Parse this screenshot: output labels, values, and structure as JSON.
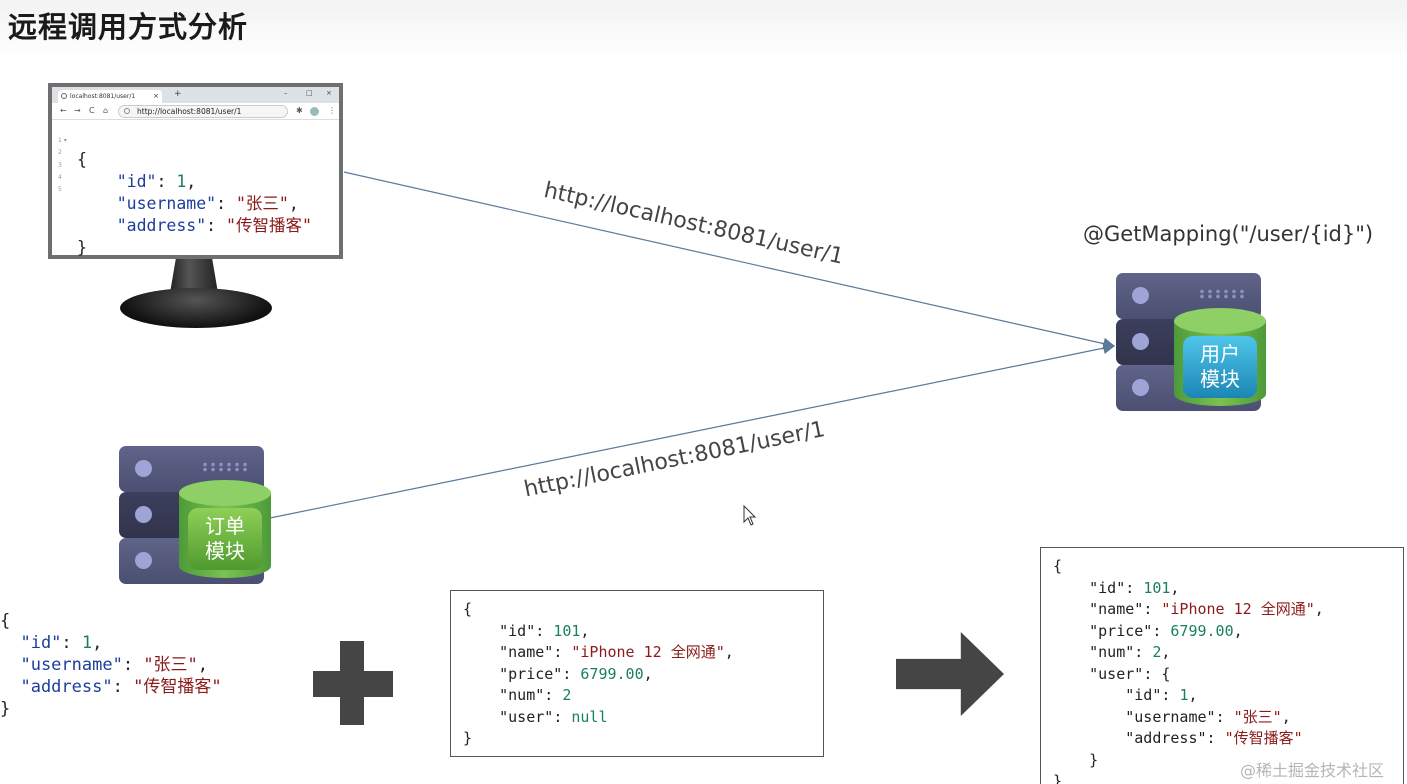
{
  "title": "远程调用方式分析",
  "browser": {
    "tab_title": "localhost:8081/user/1",
    "tab_close": "×",
    "tab_new": "+",
    "window_controls": [
      "–",
      "□",
      "×"
    ],
    "nav_icons": [
      "←",
      "→",
      "C",
      "⌂"
    ],
    "url": "http://localhost:8081/user/1",
    "line_numbers": [
      "1 ▾",
      "2",
      "3",
      "4",
      "5"
    ],
    "json_lines": [
      [
        {
          "t": "{",
          "c": "p"
        }
      ],
      [
        {
          "t": "    \"id\"",
          "c": "k"
        },
        {
          "t": ": ",
          "c": "p"
        },
        {
          "t": "1",
          "c": "n"
        },
        {
          "t": ",",
          "c": "p"
        }
      ],
      [
        {
          "t": "    \"username\"",
          "c": "k"
        },
        {
          "t": ": ",
          "c": "p"
        },
        {
          "t": "\"张三\"",
          "c": "s"
        },
        {
          "t": ",",
          "c": "p"
        }
      ],
      [
        {
          "t": "    \"address\"",
          "c": "k"
        },
        {
          "t": ": ",
          "c": "p"
        },
        {
          "t": "\"传智播客\"",
          "c": "s"
        }
      ],
      [
        {
          "t": "}",
          "c": "p"
        }
      ]
    ]
  },
  "request_url_top": "http://localhost:8081/user/1",
  "request_url_bottom": "http://localhost:8081/user/1",
  "user_module": {
    "mapping": "@GetMapping(\"/user/{id}\")",
    "label_line1": "用户",
    "label_line2": "模块"
  },
  "order_module": {
    "label_line1": "订单",
    "label_line2": "模块"
  },
  "left_json_lines": [
    [
      {
        "t": "{",
        "c": "p"
      }
    ],
    [
      {
        "t": "  \"id\"",
        "c": "k"
      },
      {
        "t": ": ",
        "c": "p"
      },
      {
        "t": "1",
        "c": "n"
      },
      {
        "t": ",",
        "c": "p"
      }
    ],
    [
      {
        "t": "  \"username\"",
        "c": "k"
      },
      {
        "t": ": ",
        "c": "p"
      },
      {
        "t": "\"张三\"",
        "c": "s"
      },
      {
        "t": ",",
        "c": "p"
      }
    ],
    [
      {
        "t": "  \"address\"",
        "c": "k"
      },
      {
        "t": ": ",
        "c": "p"
      },
      {
        "t": "\"传智播客\"",
        "c": "s"
      }
    ],
    [
      {
        "t": "}",
        "c": "p"
      }
    ]
  ],
  "order_json_lines": [
    [
      {
        "t": "{",
        "c": "p"
      }
    ],
    [
      {
        "t": "    \"id\"",
        "c": "p"
      },
      {
        "t": ": ",
        "c": "p"
      },
      {
        "t": "101",
        "c": "n"
      },
      {
        "t": ",",
        "c": "p"
      }
    ],
    [
      {
        "t": "    \"name\"",
        "c": "p"
      },
      {
        "t": ": ",
        "c": "p"
      },
      {
        "t": "\"iPhone 12 全网通\"",
        "c": "s"
      },
      {
        "t": ",",
        "c": "p"
      }
    ],
    [
      {
        "t": "    \"price\"",
        "c": "p"
      },
      {
        "t": ": ",
        "c": "p"
      },
      {
        "t": "6799.00",
        "c": "n"
      },
      {
        "t": ",",
        "c": "p"
      }
    ],
    [
      {
        "t": "    \"num\"",
        "c": "p"
      },
      {
        "t": ": ",
        "c": "p"
      },
      {
        "t": "2",
        "c": "n"
      }
    ],
    [
      {
        "t": "    \"user\"",
        "c": "p"
      },
      {
        "t": ": ",
        "c": "p"
      },
      {
        "t": "null",
        "c": "n"
      }
    ],
    [
      {
        "t": "}",
        "c": "p"
      }
    ]
  ],
  "result_json_lines": [
    [
      {
        "t": "{",
        "c": "p"
      }
    ],
    [
      {
        "t": "    \"id\"",
        "c": "p"
      },
      {
        "t": ": ",
        "c": "p"
      },
      {
        "t": "101",
        "c": "n"
      },
      {
        "t": ",",
        "c": "p"
      }
    ],
    [
      {
        "t": "    \"name\"",
        "c": "p"
      },
      {
        "t": ": ",
        "c": "p"
      },
      {
        "t": "\"iPhone 12 全网通\"",
        "c": "s"
      },
      {
        "t": ",",
        "c": "p"
      }
    ],
    [
      {
        "t": "    \"price\"",
        "c": "p"
      },
      {
        "t": ": ",
        "c": "p"
      },
      {
        "t": "6799.00",
        "c": "n"
      },
      {
        "t": ",",
        "c": "p"
      }
    ],
    [
      {
        "t": "    \"num\"",
        "c": "p"
      },
      {
        "t": ": ",
        "c": "p"
      },
      {
        "t": "2",
        "c": "n"
      },
      {
        "t": ",",
        "c": "p"
      }
    ],
    [
      {
        "t": "    \"user\"",
        "c": "p"
      },
      {
        "t": ": {",
        "c": "p"
      }
    ],
    [
      {
        "t": "        \"id\"",
        "c": "p"
      },
      {
        "t": ": ",
        "c": "p"
      },
      {
        "t": "1",
        "c": "n"
      },
      {
        "t": ",",
        "c": "p"
      }
    ],
    [
      {
        "t": "        \"username\"",
        "c": "p"
      },
      {
        "t": ": ",
        "c": "p"
      },
      {
        "t": "\"张三\"",
        "c": "s"
      },
      {
        "t": ",",
        "c": "p"
      }
    ],
    [
      {
        "t": "        \"address\"",
        "c": "p"
      },
      {
        "t": ": ",
        "c": "p"
      },
      {
        "t": "\"传智播客\"",
        "c": "s"
      }
    ],
    [
      {
        "t": "    }",
        "c": "p"
      }
    ],
    [
      {
        "t": "}",
        "c": "p"
      }
    ]
  ],
  "watermark": "@稀土掘金技术社区",
  "colors": {
    "key": "#1c3e9c",
    "string": "#8b1a1a",
    "number": "#1a7e5f",
    "arrow": "#5a7a9a",
    "shape": "#454545"
  }
}
